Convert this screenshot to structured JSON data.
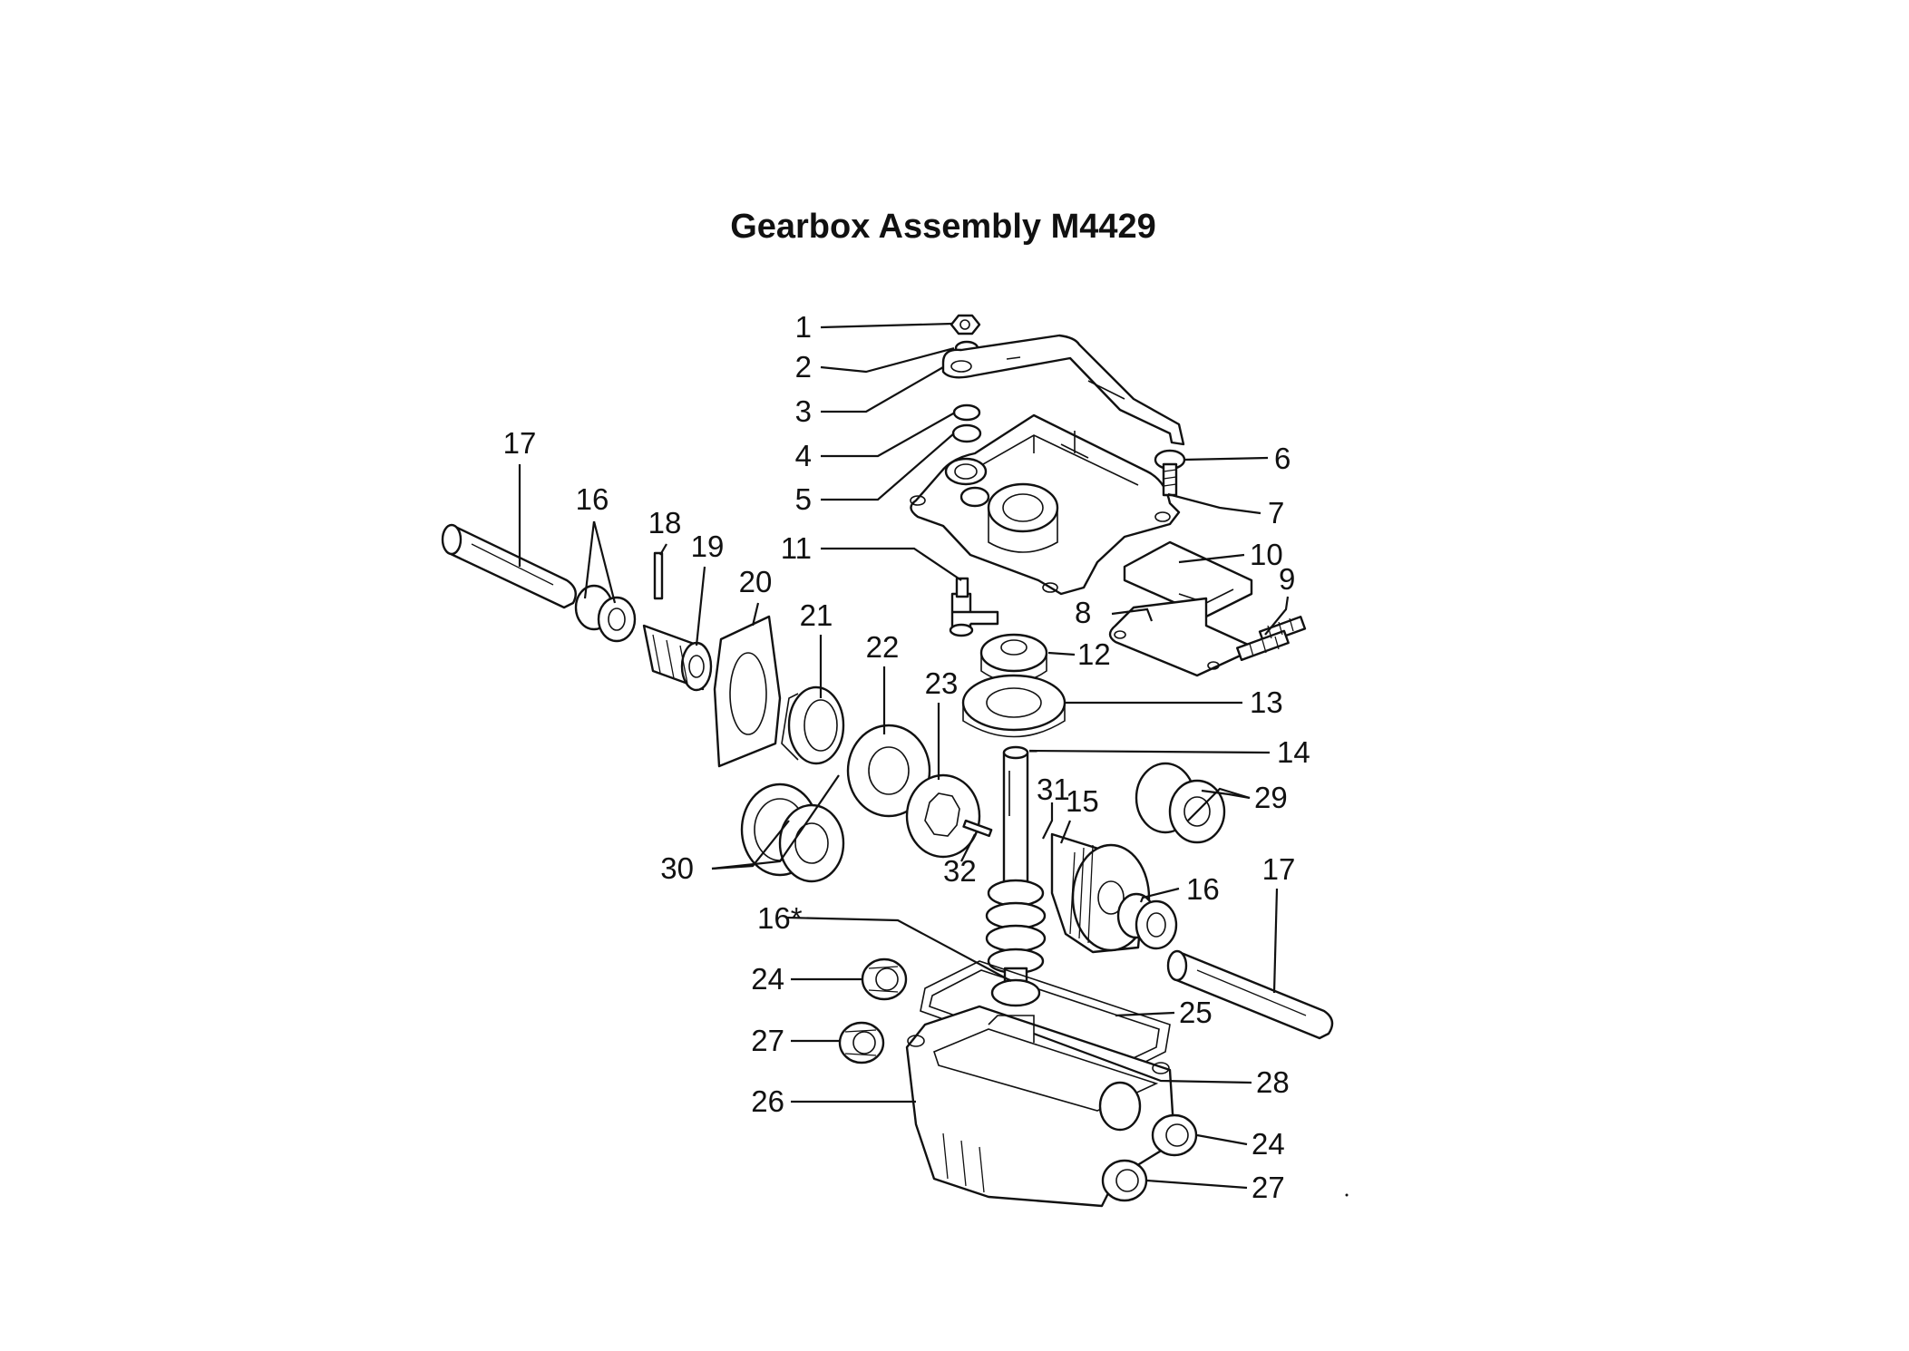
{
  "title": "Gearbox Assembly M4429",
  "labels": [
    {
      "id": "1",
      "text": "1"
    },
    {
      "id": "2",
      "text": "2"
    },
    {
      "id": "3",
      "text": "3"
    },
    {
      "id": "4",
      "text": "4"
    },
    {
      "id": "5",
      "text": "5"
    },
    {
      "id": "6",
      "text": "6"
    },
    {
      "id": "7",
      "text": "7"
    },
    {
      "id": "8",
      "text": "8"
    },
    {
      "id": "9",
      "text": "9"
    },
    {
      "id": "10",
      "text": "10"
    },
    {
      "id": "11",
      "text": "11"
    },
    {
      "id": "12",
      "text": "12"
    },
    {
      "id": "13",
      "text": "13"
    },
    {
      "id": "14",
      "text": "14"
    },
    {
      "id": "15",
      "text": "15"
    },
    {
      "id": "16a",
      "text": "16"
    },
    {
      "id": "16b",
      "text": "16"
    },
    {
      "id": "16star",
      "text": "16*"
    },
    {
      "id": "17a",
      "text": "17"
    },
    {
      "id": "17b",
      "text": "17"
    },
    {
      "id": "18",
      "text": "18"
    },
    {
      "id": "19",
      "text": "19"
    },
    {
      "id": "20",
      "text": "20"
    },
    {
      "id": "21",
      "text": "21"
    },
    {
      "id": "22",
      "text": "22"
    },
    {
      "id": "23",
      "text": "23"
    },
    {
      "id": "24a",
      "text": "24"
    },
    {
      "id": "24b",
      "text": "24"
    },
    {
      "id": "25",
      "text": "25"
    },
    {
      "id": "26",
      "text": "26"
    },
    {
      "id": "27a",
      "text": "27"
    },
    {
      "id": "27b",
      "text": "27"
    },
    {
      "id": "28",
      "text": "28"
    },
    {
      "id": "29",
      "text": "29"
    },
    {
      "id": "30",
      "text": "30"
    },
    {
      "id": "31",
      "text": "31"
    },
    {
      "id": "32",
      "text": "32"
    }
  ]
}
